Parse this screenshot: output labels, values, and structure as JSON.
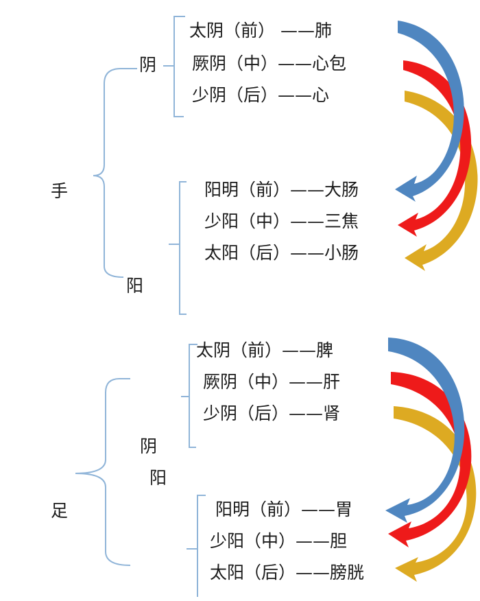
{
  "hand": {
    "limb": "手",
    "yin_label": "阴",
    "yang_label": "阳",
    "yin_rows": [
      "太阴（前） ——肺",
      "厥阴（中）——心包",
      "少阴（后）——心"
    ],
    "yang_rows": [
      "阳明（前）——大肠",
      "少阳（中）——三焦",
      "太阳（后）——小肠"
    ]
  },
  "foot": {
    "limb": "足",
    "yin_label": "阴",
    "yang_label": "阳",
    "yin_rows": [
      "太阴（前）——脾",
      "厥阴（中）——肝",
      "少阴（后）——肾"
    ],
    "yang_rows": [
      "阳明（前）——胃",
      "少阳（中）——胆",
      "太阳（后）——膀胱"
    ]
  },
  "colors": {
    "bracket": "#8fb4d8",
    "front_arrow": "#4f86c0",
    "middle_arrow": "#ee1a1a",
    "back_arrow": "#ddaa22"
  }
}
